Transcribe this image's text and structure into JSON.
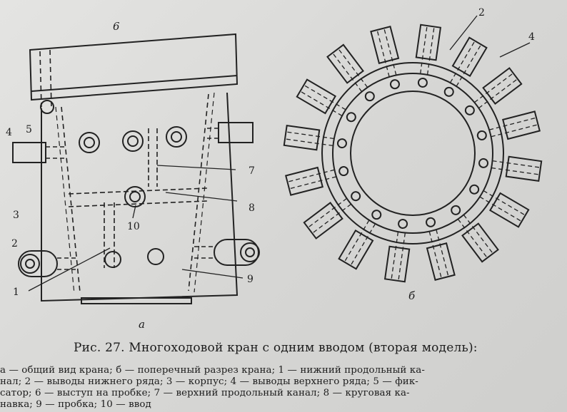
{
  "figure": {
    "labels": {
      "view_a": "а",
      "view_b": "б",
      "n1": "1",
      "n2_left": "2",
      "n2_top": "2",
      "n3": "3",
      "n4_left": "4",
      "n4_right": "4",
      "n5": "5",
      "n6": "6",
      "n7": "7",
      "n8": "8",
      "n9": "9",
      "n10": "10"
    }
  },
  "caption": {
    "title": "Рис. 27. Многоходовой кран с одним вводом (вторая модель):",
    "lines": [
      "а — общий вид крана; б — поперечный разрез крана; 1 — нижний продольный ка-",
      "нал; 2 — выводы нижнего ряда; 3 — корпус; 4 — выводы верхнего ряда; 5 — фик-",
      "сатор; 6 — выступ на пробке; 7 — верхний продольный канал; 8 — круговая ка-",
      "навка; 9 — пробка; 10 — ввод"
    ]
  }
}
